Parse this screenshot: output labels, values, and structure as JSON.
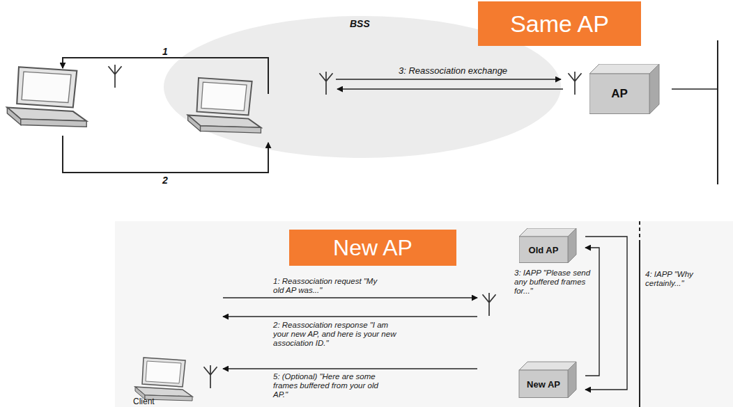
{
  "diagram": {
    "nodes": [
      {
        "text": [
          "Same AP"
        ]
      },
      {
        "text": [
          "AP"
        ]
      },
      {
        "text": [
          "New AP"
        ]
      },
      {
        "text": [
          "Old AP"
        ]
      },
      {
        "text": [
          "New AP"
        ]
      },
      {
        "text": [
          "Client"
        ]
      }
    ],
    "edges": [
      {
        "from": 5,
        "to": 4,
        "arrow": "to",
        "label": "1: Reassociation request \"My old AP was...\""
      },
      {
        "from": 4,
        "to": 5,
        "arrow": "to",
        "label": "2: Reassociation response \"I am your new AP, and here is your new association ID.\""
      },
      {
        "from": 4,
        "to": 3,
        "arrow": "to",
        "label": "3: IAPP \"Please send any buffered frames for...\""
      },
      {
        "from": 3,
        "to": 4,
        "arrow": "to",
        "label": "4: IAPP \"Why certainly...\""
      },
      {
        "from": 4,
        "to": 5,
        "arrow": "to",
        "label": "5: (Optional) \"Here are some frames buffered from your old AP.\""
      }
    ],
    "labels": [
      "BSS",
      "1",
      "2",
      "3: Reassociation exchange"
    ]
  }
}
